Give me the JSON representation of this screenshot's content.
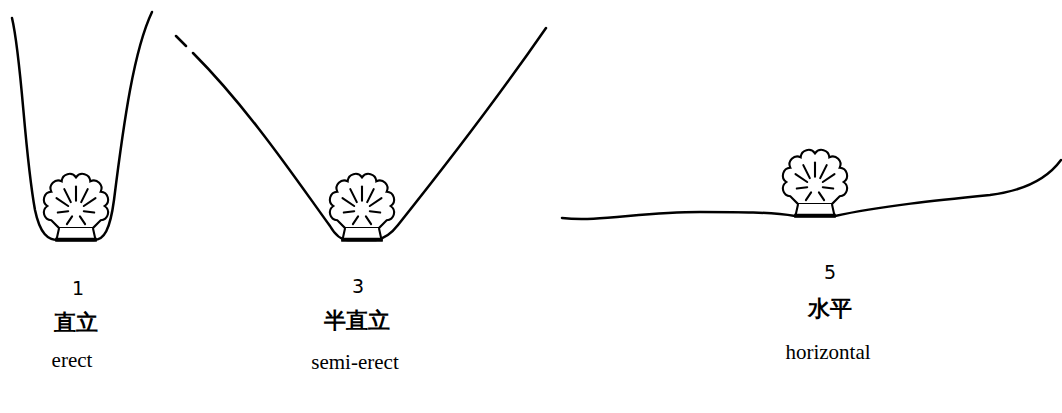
{
  "diagram": {
    "labels": [
      "1",
      "直立",
      "erect",
      "3",
      "半直立",
      "semi-erect",
      "5",
      "水平",
      "horizontal"
    ]
  }
}
